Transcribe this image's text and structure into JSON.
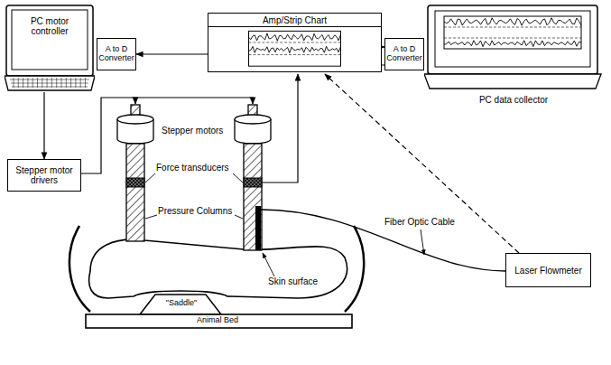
{
  "diagram": {
    "nodes": [
      {
        "text": [
          "PC motor controller"
        ]
      },
      {
        "text": [
          "A to D Converter"
        ]
      },
      {
        "text": [
          "Amp/Strip Chart"
        ]
      },
      {
        "text": [
          "A to D Converter"
        ]
      },
      {
        "text": [
          "PC data collector"
        ]
      },
      {
        "text": [
          "Stepper motor drivers"
        ]
      },
      {
        "text": [
          "Laser Flowmeter"
        ]
      }
    ],
    "edges": [
      {
        "from": 2,
        "to": 1,
        "arrow": "to"
      },
      {
        "from": 2,
        "to": 3,
        "arrow": "to"
      },
      {
        "from": 0,
        "to": 5,
        "arrow": "to"
      },
      {
        "from": 6,
        "to": 2,
        "arrow": "to"
      }
    ],
    "labels": [
      "Stepper motors",
      "Force transducers",
      "Pressure Columns",
      "Fiber Optic Cable",
      "Skin surface",
      "\"Saddle\"",
      "Animal Bed"
    ]
  }
}
